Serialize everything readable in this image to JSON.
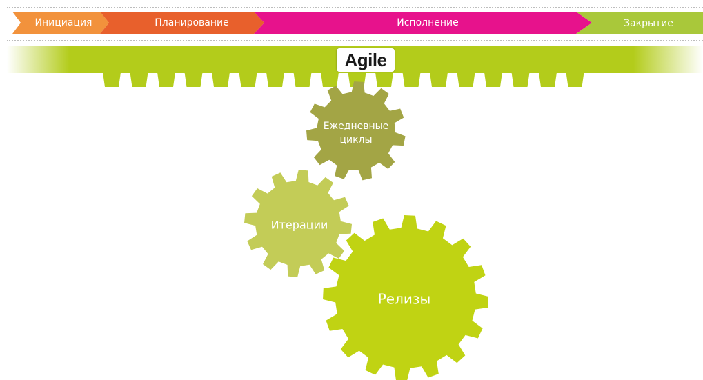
{
  "phases": [
    {
      "label": "Инициация",
      "color": "#f2923c"
    },
    {
      "label": "Планирование",
      "color": "#e8602c"
    },
    {
      "label": "Исполнение",
      "color": "#e7128c"
    },
    {
      "label": "Закрытие",
      "color": "#a9c83a"
    }
  ],
  "agile": {
    "label": "Agile",
    "band_color": "#b3cc1b"
  },
  "gears": [
    {
      "label_lines": [
        "Ежедневные",
        "циклы"
      ],
      "color": "#a3a545"
    },
    {
      "label_lines": [
        "Итерации"
      ],
      "color": "#c3cc57"
    },
    {
      "label_lines": [
        "Релизы"
      ],
      "color": "#c0d313"
    }
  ]
}
